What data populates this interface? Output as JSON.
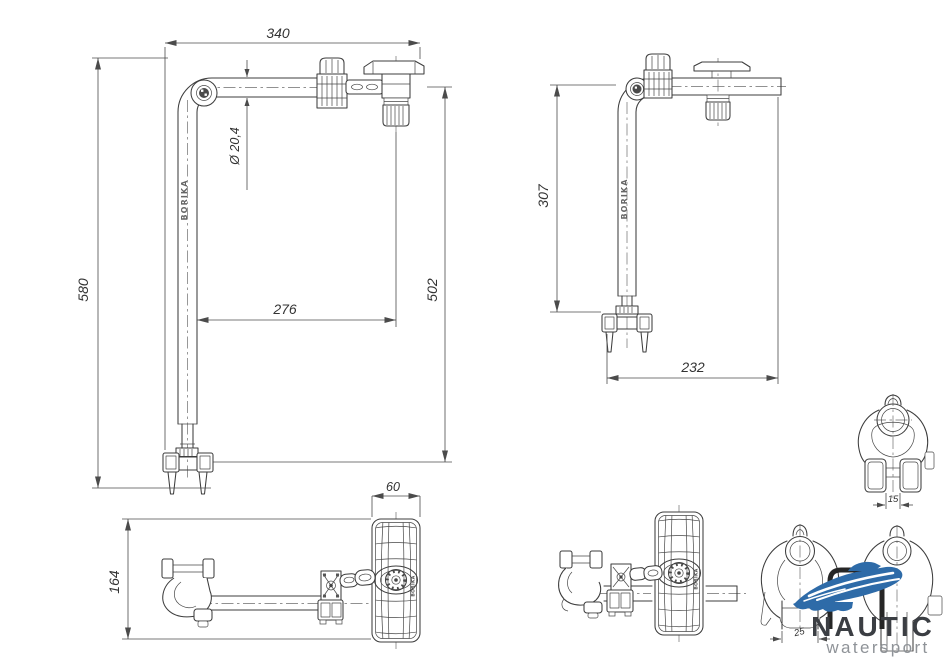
{
  "drawing": {
    "brand": "BORIKA",
    "views": {
      "side_extended": {
        "dim_overall_width": "340",
        "dim_overall_height": "580",
        "dim_arm_height": "502",
        "dim_reach": "276",
        "dim_tube_diameter": "Ø 20,4"
      },
      "side_folded": {
        "dim_height": "307",
        "dim_width": "232"
      },
      "top_extended": {
        "dim_depth": "164",
        "dim_pad_width": "60"
      },
      "clamp_front_single": {
        "dim_gap": "15"
      },
      "clamp_front_pair": {
        "dim_gap": "25"
      }
    },
    "colors": {
      "line": "#3d3d3d",
      "dimension": "#4b4b4b"
    }
  },
  "logo": {
    "title": "NAUTIC",
    "subtitle": "watersport",
    "colors": {
      "boat": "#2e6ba8",
      "title": "#3b3e43",
      "subtitle": "#8f9398",
      "frame": "#262626"
    }
  }
}
